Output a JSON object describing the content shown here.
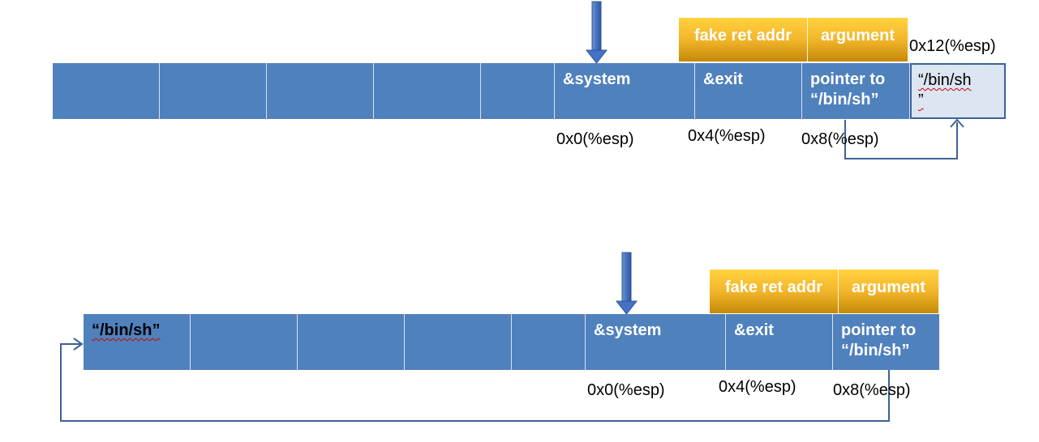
{
  "top": {
    "cells": [
      {
        "label": ""
      },
      {
        "label": ""
      },
      {
        "label": ""
      },
      {
        "label": ""
      },
      {
        "label": ""
      },
      {
        "label": "&system"
      },
      {
        "label": "&exit"
      },
      {
        "label": "pointer to\n“/bin/sh”"
      },
      {
        "label": "“/bin/sh\n”"
      }
    ],
    "fake_ret_addr": "fake ret addr",
    "argument": "argument",
    "addr_0": "0x0(%esp)",
    "addr_4": "0x4(%esp)",
    "addr_8": "0x8(%esp)",
    "addr_12": "0x12(%esp)"
  },
  "bottom": {
    "cells": [
      {
        "label": "“/bin/sh”"
      },
      {
        "label": ""
      },
      {
        "label": ""
      },
      {
        "label": ""
      },
      {
        "label": ""
      },
      {
        "label": "&system"
      },
      {
        "label": "&exit"
      },
      {
        "label": "pointer to\n“/bin/sh”"
      }
    ],
    "fake_ret_addr": "fake ret addr",
    "argument": "argument",
    "addr_0": "0x0(%esp)",
    "addr_4": "0x4(%esp)",
    "addr_8": "0x8(%esp)"
  },
  "colors": {
    "cell": "#4f81bd",
    "string_cell": "#dce6f2",
    "gold": "#f3b52b",
    "connector": "#3d6395"
  }
}
